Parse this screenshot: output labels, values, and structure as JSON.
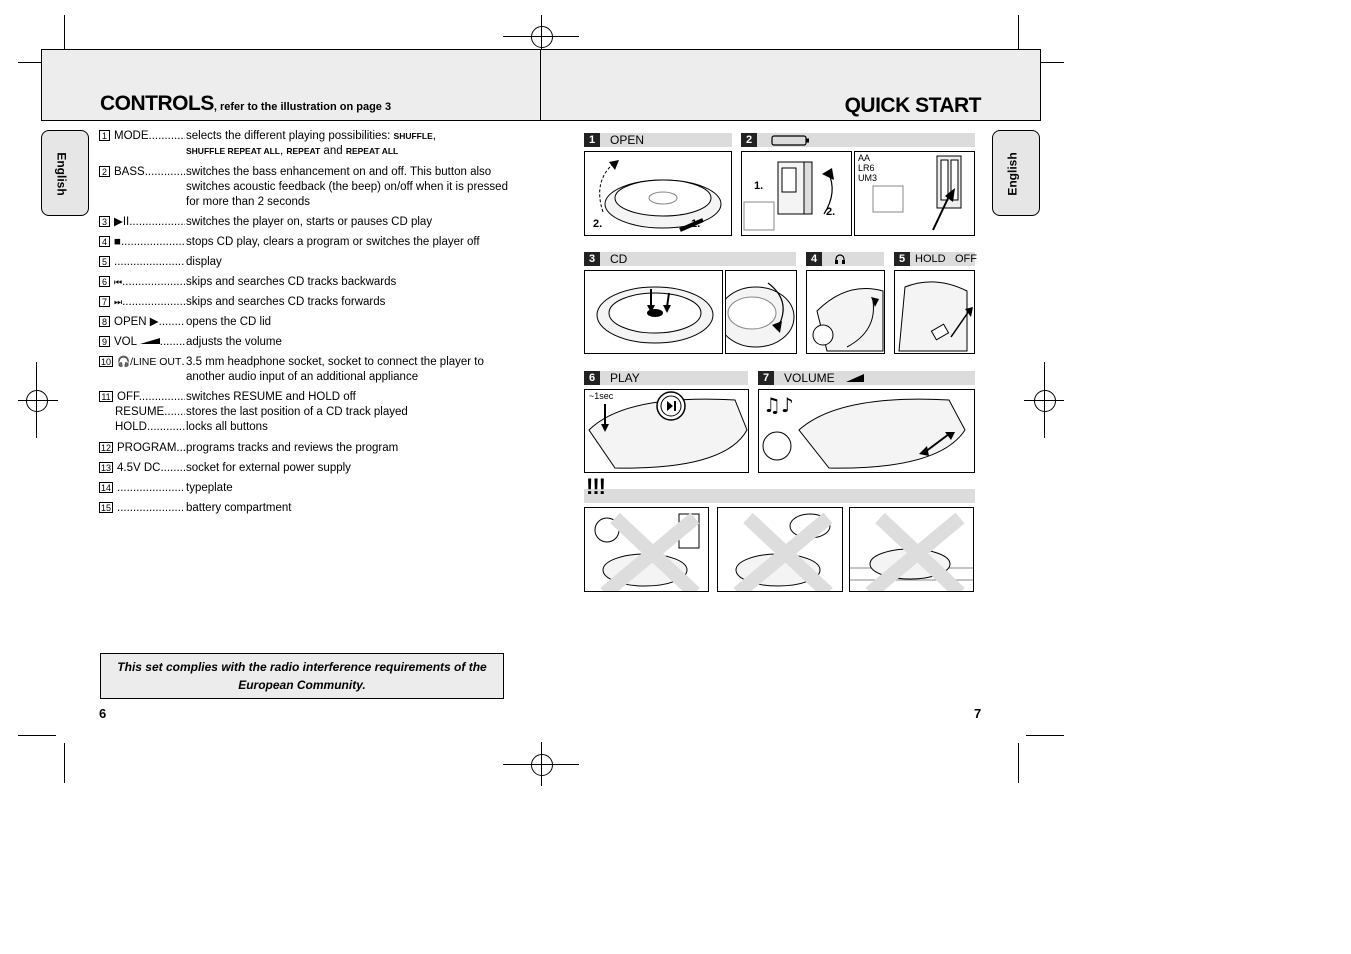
{
  "left_page": {
    "title": "CONTROLS",
    "title_suffix": ", refer to the illustration on page 3",
    "language_tab": "English",
    "controls": [
      {
        "num": "1",
        "label": "MODE",
        "desc": "selects the different playing possibilities: ",
        "extra1": "SHUFFLE",
        "extra1b": ",",
        "extra2": "SHUFFLE REPEAT ALL",
        "extra3": ", ",
        "extra4": "REPEAT",
        "extra5": " and ",
        "extra6": "REPEAT ALL"
      },
      {
        "num": "2",
        "label": "BASS",
        "desc": "switches the bass enhancement on and off. This button also switches acoustic feedback (the beep) on/off when it is pressed for more than 2 seconds"
      },
      {
        "num": "3",
        "label": "▶II",
        "desc": "switches the player on, starts or pauses CD play"
      },
      {
        "num": "4",
        "label": "■",
        "desc": "stops CD play, clears a program or switches the player off"
      },
      {
        "num": "5",
        "label": "",
        "desc": "display"
      },
      {
        "num": "6",
        "label": "⏮",
        "desc": "skips and searches CD tracks backwards"
      },
      {
        "num": "7",
        "label": "⏭",
        "desc": "skips and searches CD tracks forwards"
      },
      {
        "num": "8",
        "label": "OPEN ▶",
        "desc": "opens the CD lid"
      },
      {
        "num": "9",
        "label": "VOL",
        "desc": "adjusts the volume"
      },
      {
        "num": "10",
        "label": "🎧/LINE OUT",
        "desc": "3.5 mm headphone socket, socket to connect the player to another audio input of an additional appliance"
      },
      {
        "num": "11",
        "label": "OFF",
        "desc": "switches RESUME and HOLD off",
        "label2": "RESUME",
        "desc2": "stores the last position of a CD track played",
        "label3": "HOLD",
        "desc3": "locks all buttons"
      },
      {
        "num": "12",
        "label": "PROGRAM",
        "desc": "programs tracks and reviews the program"
      },
      {
        "num": "13",
        "label": "4.5V DC",
        "desc": "socket for external power supply"
      },
      {
        "num": "14",
        "label": "",
        "desc": "typeplate"
      },
      {
        "num": "15",
        "label": "",
        "desc": "battery compartment"
      }
    ],
    "notice": "This set complies with the radio interference requirements of the European Community.",
    "page_number": "6"
  },
  "right_page": {
    "title": "QUICK START",
    "language_tab": "English",
    "page_number": "7",
    "steps": [
      {
        "num": "1",
        "label": "OPEN",
        "panel_texts": [
          "2.",
          "1."
        ]
      },
      {
        "num": "2",
        "label": "",
        "panel_texts": [
          "1.",
          "2."
        ],
        "battery_types": [
          "AA",
          "LR6",
          "UM3"
        ]
      },
      {
        "num": "3",
        "label": "CD"
      },
      {
        "num": "4",
        "label": ""
      },
      {
        "num": "5",
        "label": "HOLD",
        "label_b": "OFF"
      },
      {
        "num": "6",
        "label": "PLAY",
        "panel_text": "~1sec"
      },
      {
        "num": "7",
        "label": "VOLUME"
      }
    ],
    "warning_label": "!!!"
  }
}
